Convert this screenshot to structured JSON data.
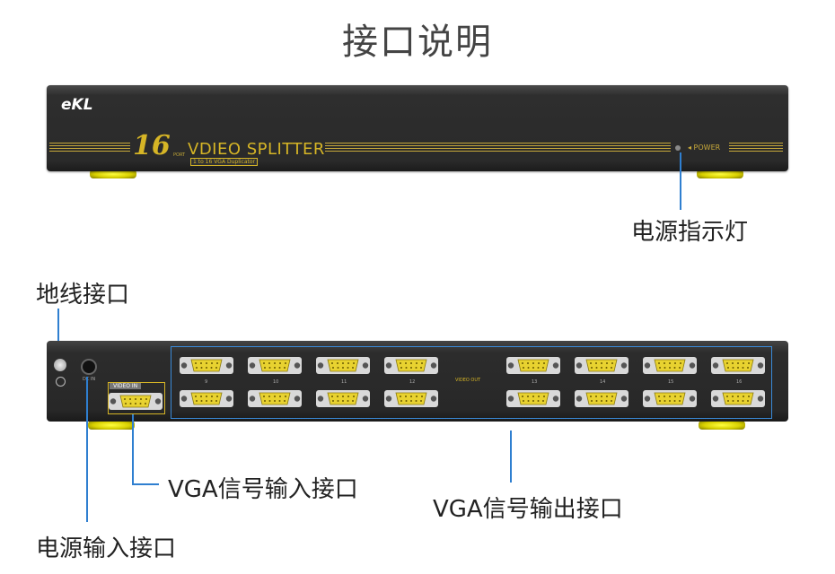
{
  "title": "接口说明",
  "labels": {
    "power_indicator": "电源指示灯",
    "ground": "地线接口",
    "vga_in": "VGA信号输入接口",
    "vga_out": "VGA信号输出接口",
    "power_in": "电源输入接口"
  },
  "front_panel": {
    "logo": "eKL",
    "port_count": "16",
    "port_word": "PORT",
    "product_name": "VDIEO SPLITTER",
    "subtitle": "1 to 16 VGA Duplicator",
    "power_label": "◂ POWER"
  },
  "back_panel": {
    "dc_in": "DC IN",
    "video_in": "VIDEO IN",
    "video_out": "VIDEO OUT",
    "top_row_numbers": [
      "9",
      "10",
      "11",
      "12",
      "13",
      "14",
      "15",
      "16"
    ]
  },
  "colors": {
    "accent_gold": "#d6b526",
    "callout_blue": "#2f7fd0",
    "foot_yellow": "#e8e000"
  }
}
